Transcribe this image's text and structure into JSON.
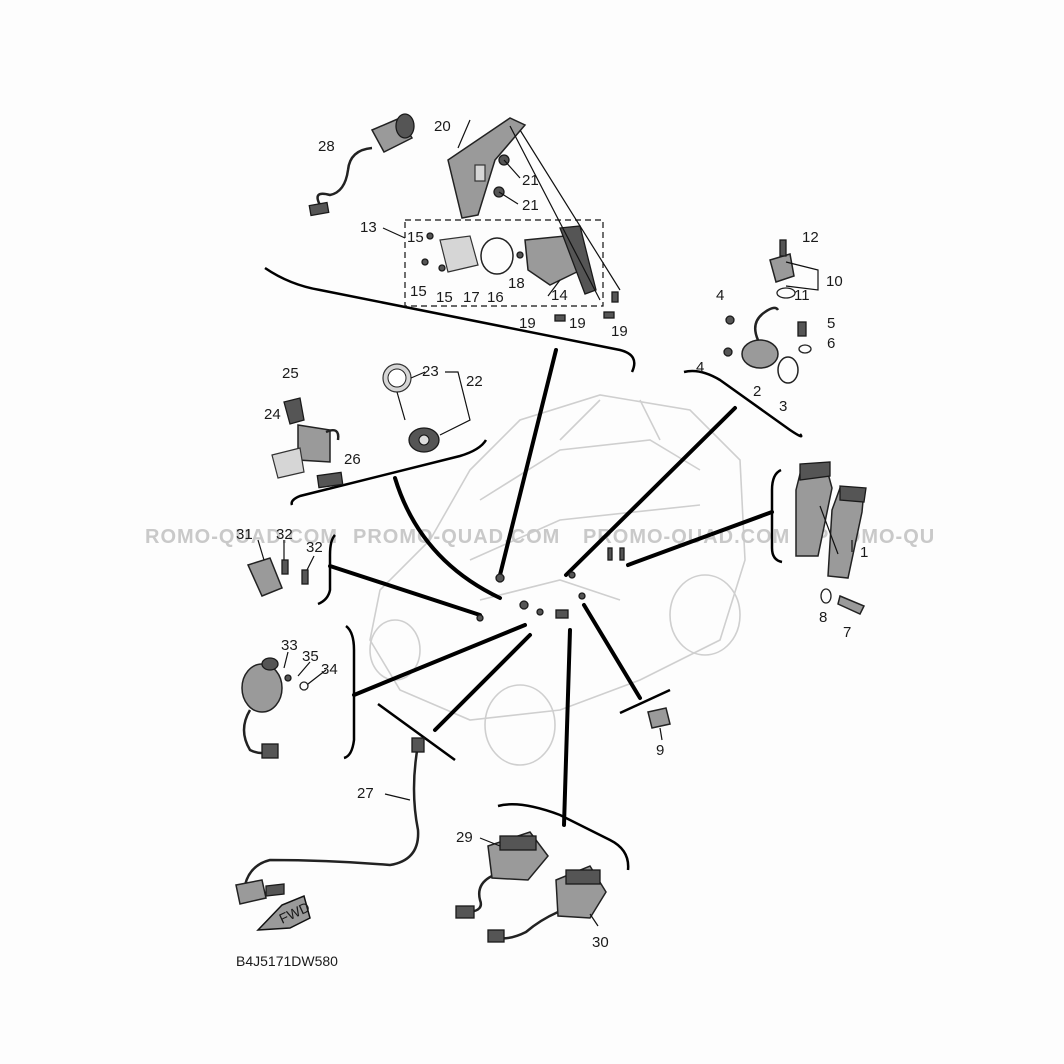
{
  "diagram": {
    "code": "B4J5171DW580",
    "direction_arrow": "FWD",
    "watermarks": [
      "ROMO-QUAD.COM",
      "PROMO-QUAD.COM",
      "PROMO-QUAD.COM",
      "PROMO-QU"
    ],
    "callouts": {
      "c1": "1",
      "c2": "2",
      "c3": "3",
      "c4a": "4",
      "c4b": "4",
      "c5": "5",
      "c6": "6",
      "c7": "7",
      "c8": "8",
      "c9": "9",
      "c10": "10",
      "c11": "11",
      "c12": "12",
      "c13": "13",
      "c14": "14",
      "c15a": "15",
      "c15b": "15",
      "c15c": "15",
      "c16": "16",
      "c17": "17",
      "c18": "18",
      "c19a": "19",
      "c19b": "19",
      "c19c": "19",
      "c20": "20",
      "c21a": "21",
      "c21b": "21",
      "c22": "22",
      "c23": "23",
      "c24": "24",
      "c25": "25",
      "c26": "26",
      "c27": "27",
      "c28": "28",
      "c29": "29",
      "c30": "30",
      "c31": "31",
      "c32a": "32",
      "c32b": "32",
      "c33": "33",
      "c34": "34",
      "c35": "35"
    },
    "colors": {
      "ink": "#111111",
      "part_fill": "#9a9a9a",
      "ghost_vehicle": "#cfcfcf",
      "watermark": "#c9c9c9"
    }
  }
}
